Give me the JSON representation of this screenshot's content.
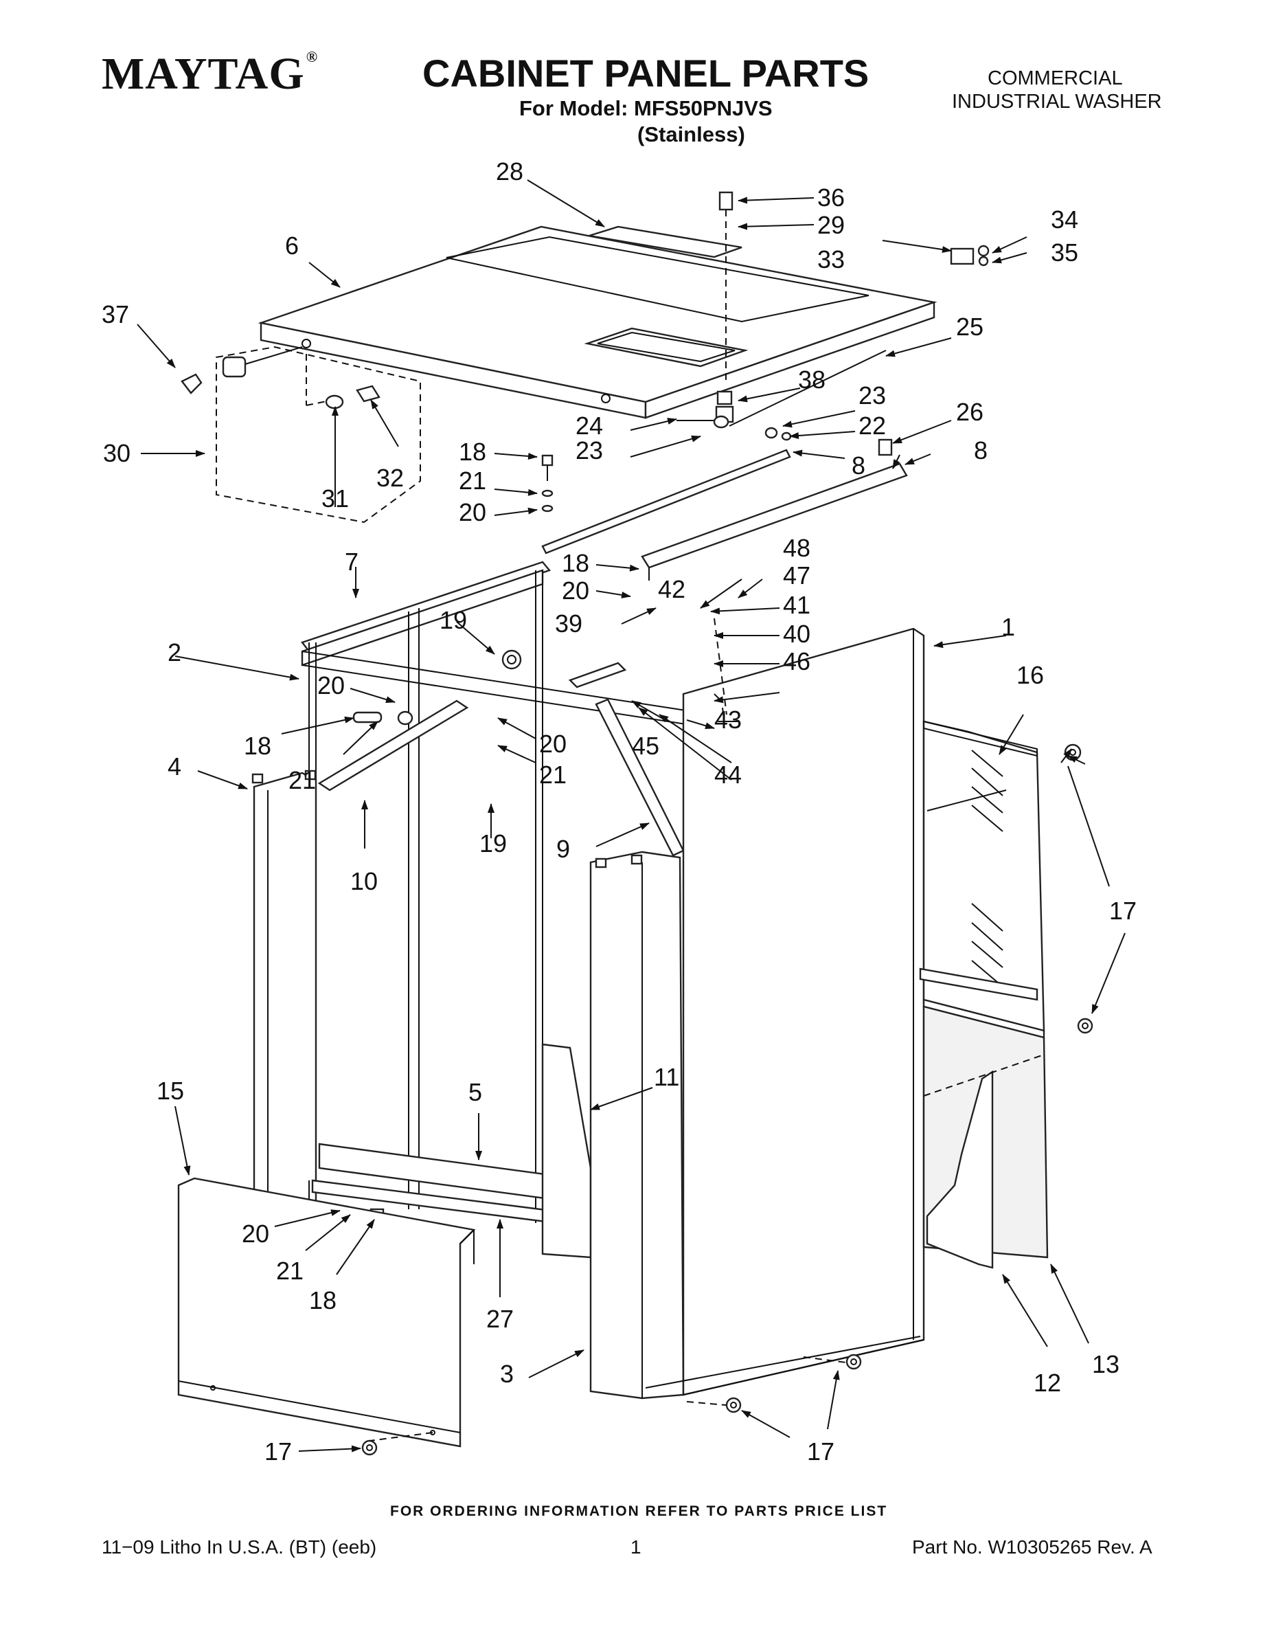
{
  "header": {
    "brand": "MAYTAG",
    "brand_mark": "®",
    "title": "CABINET PANEL PARTS",
    "model_line": "For Model: MFS50PNJVS",
    "color_line": "(Stainless)",
    "category_line1": "COMMERCIAL",
    "category_line2": "INDUSTRIAL WASHER"
  },
  "callouts": [
    "1",
    "2",
    "3",
    "4",
    "5",
    "6",
    "7",
    "8",
    "8",
    "9",
    "10",
    "11",
    "12",
    "13",
    "15",
    "16",
    "17",
    "17",
    "17",
    "17",
    "17",
    "18",
    "18",
    "18",
    "18",
    "19",
    "19",
    "20",
    "20",
    "20",
    "20",
    "20",
    "21",
    "21",
    "21",
    "21",
    "22",
    "23",
    "23",
    "24",
    "25",
    "26",
    "27",
    "28",
    "29",
    "30",
    "31",
    "32",
    "33",
    "34",
    "35",
    "36",
    "37",
    "38",
    "39",
    "40",
    "41",
    "42",
    "43",
    "44",
    "45",
    "46",
    "47",
    "48"
  ],
  "footer": {
    "ordering_note": "FOR ORDERING INFORMATION REFER TO PARTS PRICE LIST",
    "print_info": "11−09 Litho In U.S.A. (BT) (eeb)",
    "page_number": "1",
    "part_number": "Part No. W10305265 Rev. A"
  }
}
